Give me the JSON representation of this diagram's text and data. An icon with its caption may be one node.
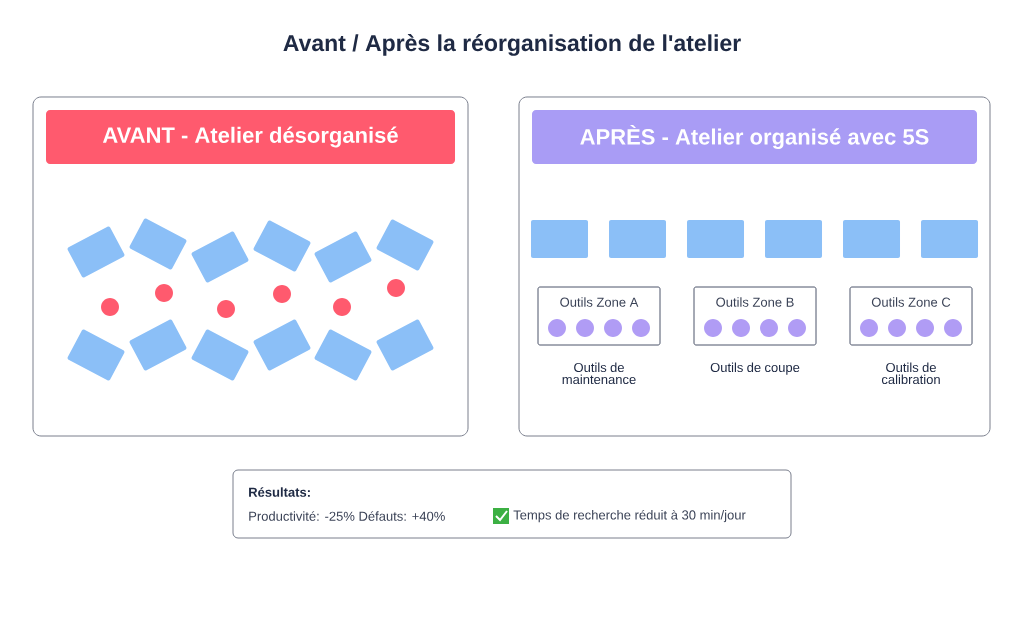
{
  "diagram": {
    "title": "Avant / Après la réorganisation de l'atelier",
    "nodes": [
      {
        "text": [
          "AVANT - Atelier désorganisé"
        ]
      },
      {
        "text": [
          "APRÈS - Atelier organisé avec 5S"
        ]
      },
      {
        "text": [
          "Outils Zone A"
        ],
        "in": 1,
        "beside": [
          "Outils de maintenance"
        ]
      },
      {
        "text": [
          "Outils Zone B"
        ],
        "in": 1,
        "beside": [
          "Outils de coupe"
        ]
      },
      {
        "text": [
          "Outils Zone C"
        ],
        "in": 1,
        "beside": [
          "Outils de calibration"
        ]
      },
      {
        "text": [
          "Résultats:",
          "Productivité: -25% Défauts: +40%",
          "Temps de recherche réduit à 30 min/jour"
        ]
      }
    ]
  }
}
